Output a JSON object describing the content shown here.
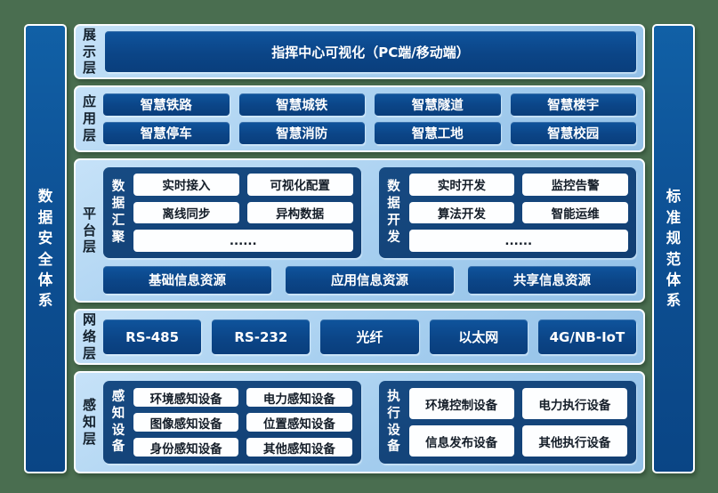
{
  "palette": {
    "background_green": "#4a6e50",
    "panel_light_blue": "#a8d0f0",
    "box_dark_blue": "#0b4587",
    "group_navy": "#123f73",
    "pillar_blue": "#0d5094",
    "white_box": "#ffffff",
    "box_text_light": "#ffffff",
    "box_text_dark": "#141d28"
  },
  "left_bar": {
    "label": "数据安全体系"
  },
  "right_bar": {
    "label": "标准规范体系"
  },
  "layers": {
    "display": {
      "label": "展示层",
      "box": "指挥中心可视化（PC端/移动端）"
    },
    "application": {
      "label": "应用层",
      "items": [
        "智慧铁路",
        "智慧城铁",
        "智慧隧道",
        "智慧楼宇",
        "智慧停车",
        "智慧消防",
        "智慧工地",
        "智慧校园"
      ]
    },
    "platform": {
      "label": "平台层",
      "groups": [
        {
          "label": "数据汇聚",
          "items": [
            "实时接入",
            "可视化配置",
            "离线同步",
            "异构数据"
          ],
          "more": "......"
        },
        {
          "label": "数据开发",
          "items": [
            "实时开发",
            "监控告警",
            "算法开发",
            "智能运维"
          ],
          "more": "......"
        }
      ],
      "resources": [
        "基础信息资源",
        "应用信息资源",
        "共享信息资源"
      ]
    },
    "network": {
      "label": "网络层",
      "items": [
        "RS-485",
        "RS-232",
        "光纤",
        "以太网",
        "4G/NB-IoT"
      ]
    },
    "perception": {
      "label": "感知层",
      "groups": [
        {
          "label": "感知设备",
          "items": [
            "环境感知设备",
            "电力感知设备",
            "图像感知设备",
            "位置感知设备",
            "身份感知设备",
            "其他感知设备"
          ]
        },
        {
          "label": "执行设备",
          "items": [
            "环境控制设备",
            "电力执行设备",
            "信息发布设备",
            "其他执行设备"
          ]
        }
      ]
    }
  }
}
